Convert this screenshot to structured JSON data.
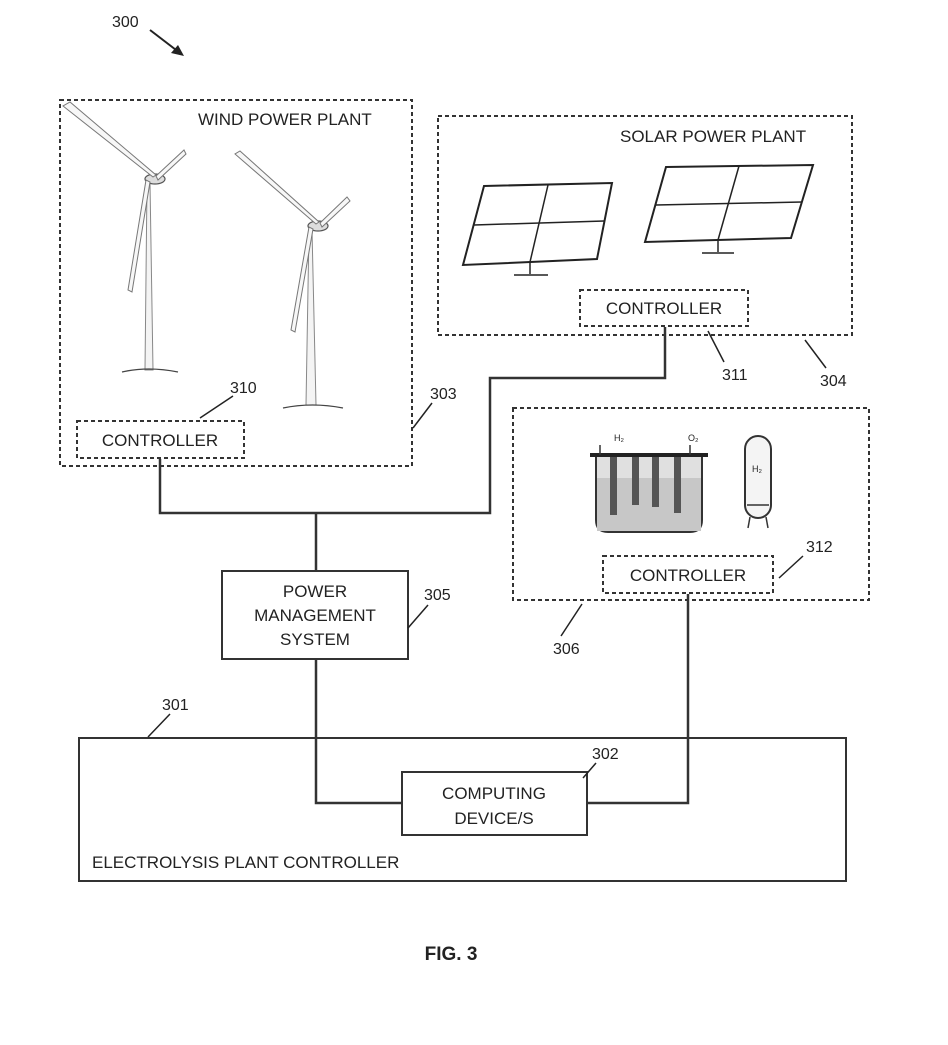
{
  "figure": {
    "ref_300": "300",
    "caption": "FIG. 3"
  },
  "wind_plant": {
    "title": "WIND POWER PLANT",
    "ref": "303",
    "controller_label": "CONTROLLER",
    "controller_ref": "310"
  },
  "solar_plant": {
    "title": "SOLAR POWER PLANT",
    "ref": "304",
    "controller_label": "CONTROLLER",
    "controller_ref": "311"
  },
  "electrolyzer": {
    "ref": "306",
    "controller_label": "CONTROLLER",
    "controller_ref": "312",
    "gas_left": "H₂",
    "gas_right": "O₂",
    "tank_label": "H₂"
  },
  "power_management": {
    "lines": [
      "POWER",
      "MANAGEMENT",
      "SYSTEM"
    ],
    "ref": "305"
  },
  "plant_controller": {
    "label": "ELECTROLYSIS PLANT CONTROLLER",
    "ref": "301"
  },
  "computing": {
    "lines": [
      "COMPUTING",
      "DEVICE/S"
    ],
    "ref": "302"
  }
}
